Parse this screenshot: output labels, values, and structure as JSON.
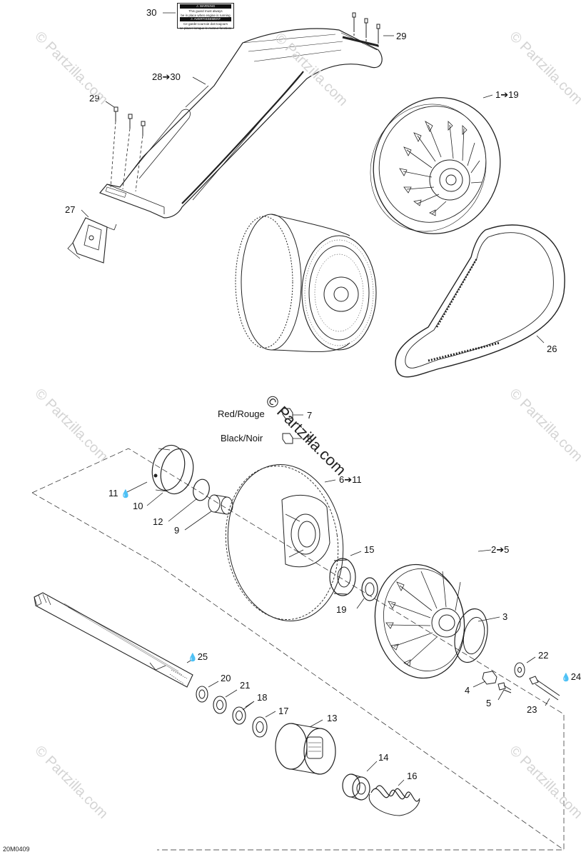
{
  "diagram_code": "20M0409",
  "watermark": "© Partzilla.com",
  "center_watermark": "© Partzilla.com",
  "drop_icon": "oil-drop-icon",
  "warning_label": {
    "line1": "⚠ WARNING",
    "line2": "This guard must always",
    "line3": "be in place when engine is running",
    "line4": "⚠ AVERTISSEMENT",
    "line5": "Ce garde-courroie doit toujours",
    "line6": "se placer lorsque le moteur fonctionne"
  },
  "callouts": {
    "c30": "30",
    "c29a": "29",
    "c28_30": "28➔30",
    "c29b": "29",
    "c1_19": "1➔19",
    "c27": "27",
    "c26": "26",
    "c7_label": "Red/Rouge",
    "c7": "7",
    "c8_label": "Black/Noir",
    "c8": "8",
    "c6_11": "6➔11",
    "c11": "11",
    "c10": "10",
    "c12": "12",
    "c9": "9",
    "c15": "15",
    "c2_5": "2➔5",
    "c19": "19",
    "c3": "3",
    "c22": "22",
    "c4": "4",
    "c24": "24",
    "c5": "5",
    "c23": "23",
    "c25": "25",
    "c20": "20",
    "c21": "21",
    "c18": "18",
    "c17": "17",
    "c13": "13",
    "c14": "14",
    "c16": "16"
  },
  "colors": {
    "line": "#222222",
    "watermark": "#d4d4d4"
  }
}
